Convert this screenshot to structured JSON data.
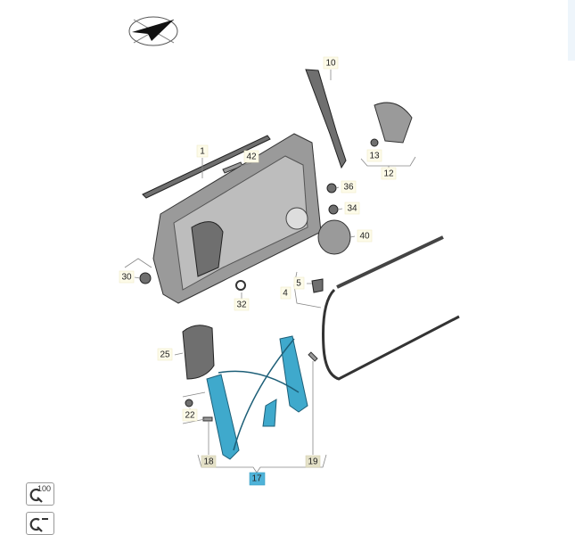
{
  "diagram": {
    "callouts": [
      {
        "id": "10",
        "label": "10"
      },
      {
        "id": "1",
        "label": "1"
      },
      {
        "id": "42",
        "label": "42"
      },
      {
        "id": "13",
        "label": "13"
      },
      {
        "id": "12",
        "label": "12"
      },
      {
        "id": "36",
        "label": "36"
      },
      {
        "id": "34",
        "label": "34"
      },
      {
        "id": "40",
        "label": "40"
      },
      {
        "id": "30",
        "label": "30"
      },
      {
        "id": "5",
        "label": "5"
      },
      {
        "id": "4",
        "label": "4"
      },
      {
        "id": "32",
        "label": "32"
      },
      {
        "id": "25",
        "label": "25"
      },
      {
        "id": "22",
        "label": "22"
      },
      {
        "id": "18",
        "label": "18"
      },
      {
        "id": "19",
        "label": "19"
      },
      {
        "id": "17",
        "label": "17"
      }
    ],
    "selected_part": "17",
    "colors": {
      "highlight": "#4fb3d9",
      "part_selected": "#3fa9cc",
      "callout_bg": "#fdfbe9"
    }
  },
  "controls": {
    "zoom_100_label": "100",
    "zoom_100_icon": "zoom-reset-icon",
    "zoom_out_icon": "zoom-out-icon"
  }
}
